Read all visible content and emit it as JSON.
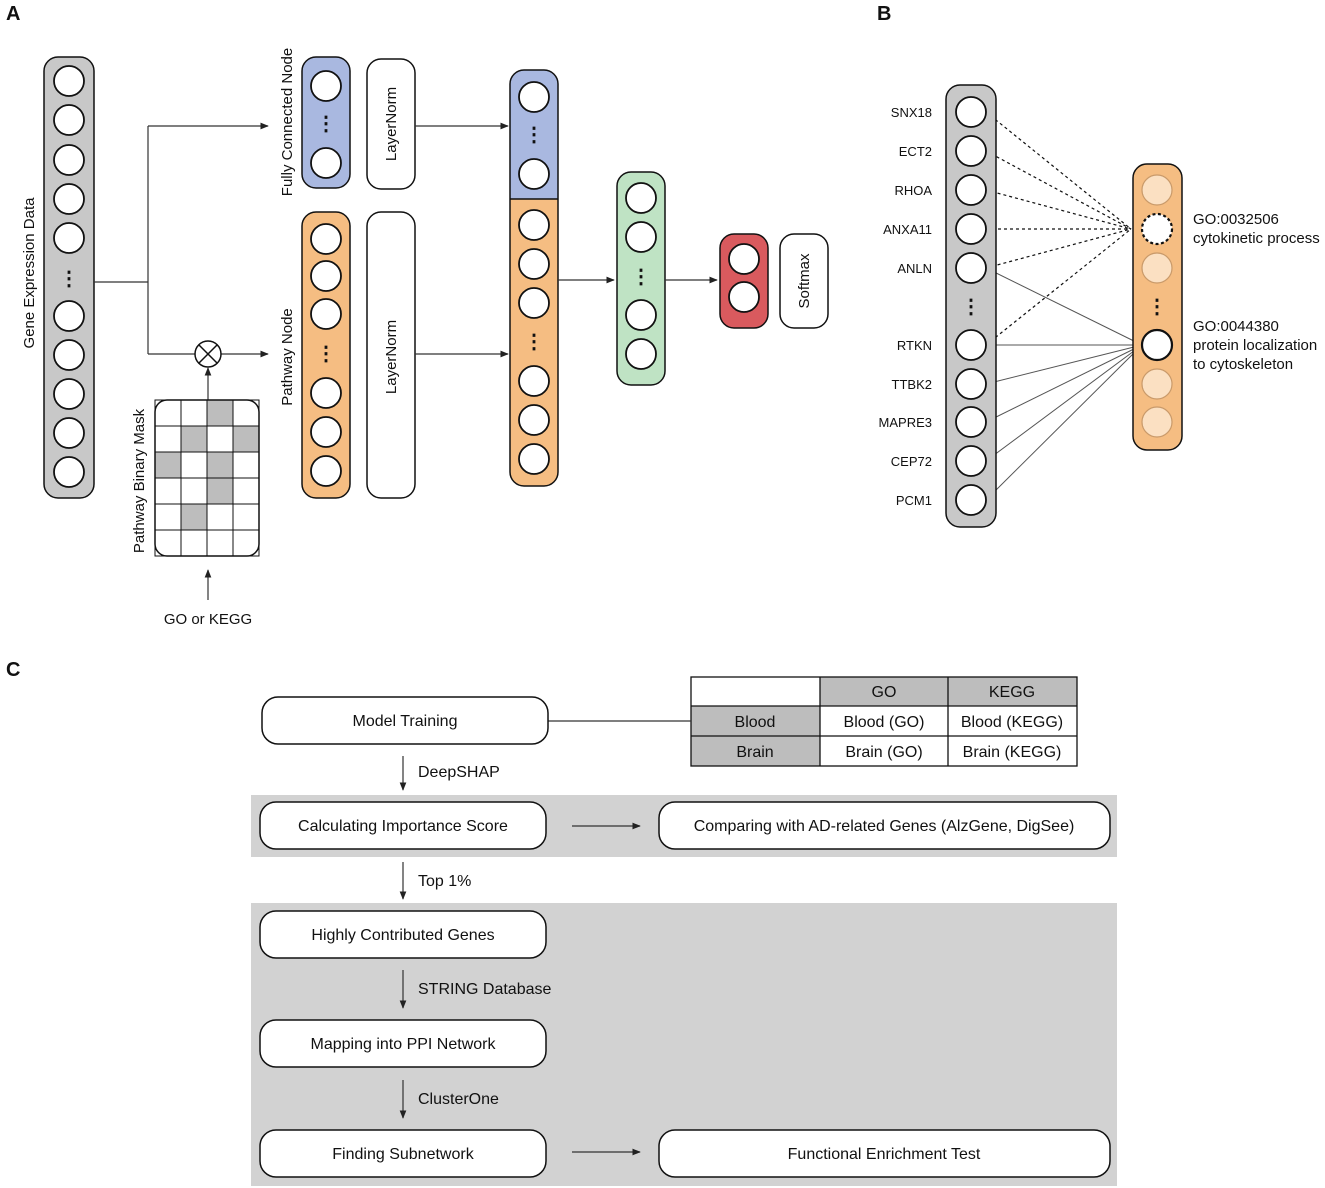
{
  "panels": {
    "a": "A",
    "b": "B",
    "c": "C"
  },
  "colors": {
    "gene_layer": "#c8c8c8",
    "fully_connected": "#a9b8e0",
    "pathway": "#f5bd82",
    "hidden": "#bfe3c4",
    "output": "#d95a5e",
    "mask_cell": "#bdbdbd",
    "shaded_band": "#d2d2d2",
    "faded_node": "#fbe0c2"
  },
  "panel_a": {
    "gene_expression_label": "Gene Expression Data",
    "fully_connected_label": "Fully Connected Node",
    "pathway_label": "Pathway Node",
    "layernorm_top": "LayerNorm",
    "layernorm_bottom": "LayerNorm",
    "mask_label": "Pathway Binary Mask",
    "source_label": "GO or KEGG",
    "softmax_label": "Softmax",
    "ellipsis": "⋮",
    "multiply_symbol": "⊗"
  },
  "panel_b": {
    "genes": [
      "SNX18",
      "ECT2",
      "RHOA",
      "ANXA11",
      "ANLN",
      "RTKN",
      "TTBK2",
      "MAPRE3",
      "CEP72",
      "PCM1"
    ],
    "go_terms": [
      {
        "id": "GO:0032506",
        "desc": [
          "cytokinetic process"
        ]
      },
      {
        "id": "GO:0044380",
        "desc": [
          "protein localization",
          "to cytoskeleton"
        ]
      }
    ],
    "ellipsis": "⋮"
  },
  "panel_c": {
    "table": {
      "headers": [
        "",
        "GO",
        "KEGG"
      ],
      "rows": [
        {
          "label": "Blood",
          "cells": [
            "Blood (GO)",
            "Blood (KEGG)"
          ]
        },
        {
          "label": "Brain",
          "cells": [
            "Brain (GO)",
            "Brain (KEGG)"
          ]
        }
      ]
    },
    "steps": {
      "model_training": "Model Training",
      "importance": "Calculating Importance Score",
      "comparing": "Comparing with AD-related Genes (AlzGene, DigSee)",
      "highly": "Highly Contributed Genes",
      "mapping": "Mapping into PPI Network",
      "subnetwork": "Finding Subnetwork",
      "enrichment": "Functional Enrichment Test"
    },
    "arrow_labels": {
      "deepshap": "DeepSHAP",
      "top": "Top 1%",
      "string": "STRING Database",
      "clusterone": "ClusterOne"
    }
  }
}
